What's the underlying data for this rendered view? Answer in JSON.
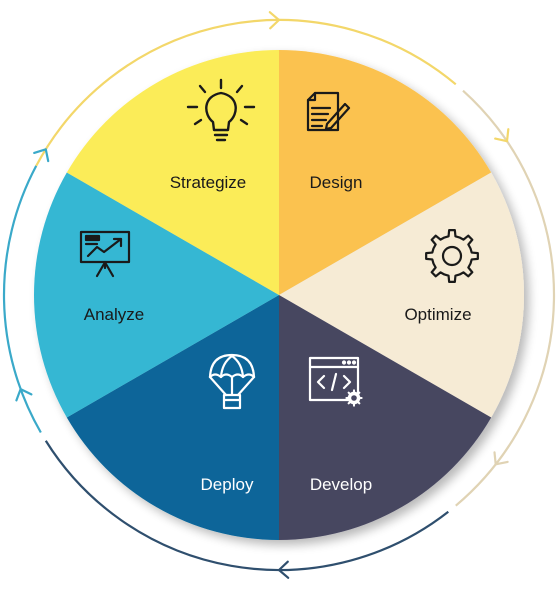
{
  "segments": [
    {
      "id": "design",
      "label": "Design",
      "color": "#fbc24f",
      "text_color": "#1a1a1a",
      "icon": "document-pen-icon"
    },
    {
      "id": "optimize",
      "label": "Optimize",
      "color": "#f6ebd5",
      "text_color": "#1a1a1a",
      "icon": "gear-icon"
    },
    {
      "id": "develop",
      "label": "Develop",
      "color": "#474661",
      "text_color": "#ffffff",
      "icon": "code-window-icon"
    },
    {
      "id": "deploy",
      "label": "Deploy",
      "color": "#076599",
      "text_color": "#ffffff",
      "icon": "parachute-icon"
    },
    {
      "id": "analyze",
      "label": "Analyze",
      "color": "#35b7d3",
      "text_color": "#1a1a1a",
      "icon": "presentation-chart-icon"
    },
    {
      "id": "strategize",
      "label": "Strategize",
      "color": "#fbec59",
      "text_color": "#1a1a1a",
      "icon": "lightbulb-icon"
    }
  ],
  "ring_colors": {
    "top": "#f3d76a",
    "right": "#e0d3b4",
    "bottom": "#2f4f6e",
    "left": "#3aa9c9"
  }
}
